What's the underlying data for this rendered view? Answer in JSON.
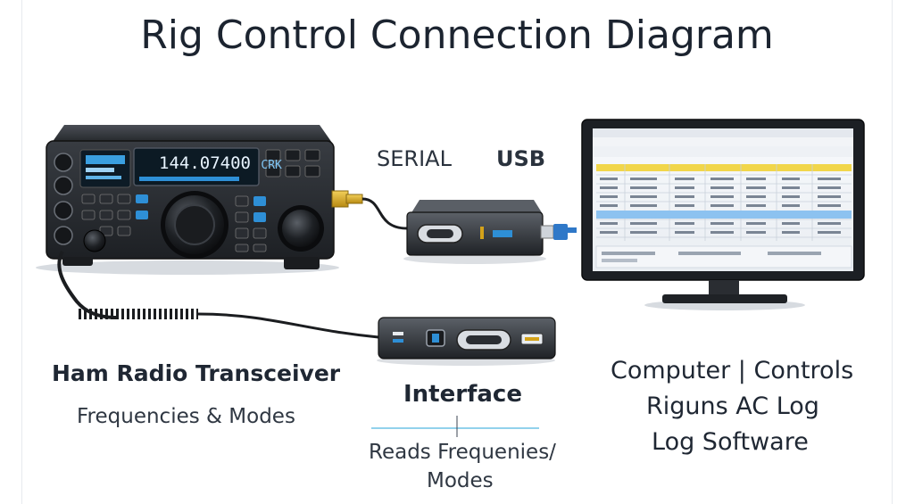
{
  "title": "Rig Control Connection Diagram",
  "radio": {
    "display_freq": "144.07400",
    "display_unit": "CRK",
    "label": "Ham Radio Transceiver",
    "sublabel": "Frequencies & Modes"
  },
  "connections": {
    "serial_label": "SERIAL",
    "usb_label": "USB"
  },
  "interface": {
    "label": "Interface",
    "sub_line1": "Reads Frequenies/",
    "sub_line2": "Modes"
  },
  "computer": {
    "line1": "Computer | Controls",
    "line2": "Riguns AC Log",
    "line3": "Log Software"
  },
  "colors": {
    "radio_body": "#2b2e33",
    "lcd_bg": "#0c1a24",
    "lcd_text": "#e8f4ff",
    "accent_blue": "#2e8fd6",
    "serial_gold": "#d4a21a",
    "usb_blue": "#2f78c8",
    "divider": "#6fc3e6"
  },
  "icons": [
    "transceiver-icon",
    "serial-interface-icon",
    "usb-interface-icon",
    "monitor-icon",
    "cable-icon"
  ]
}
